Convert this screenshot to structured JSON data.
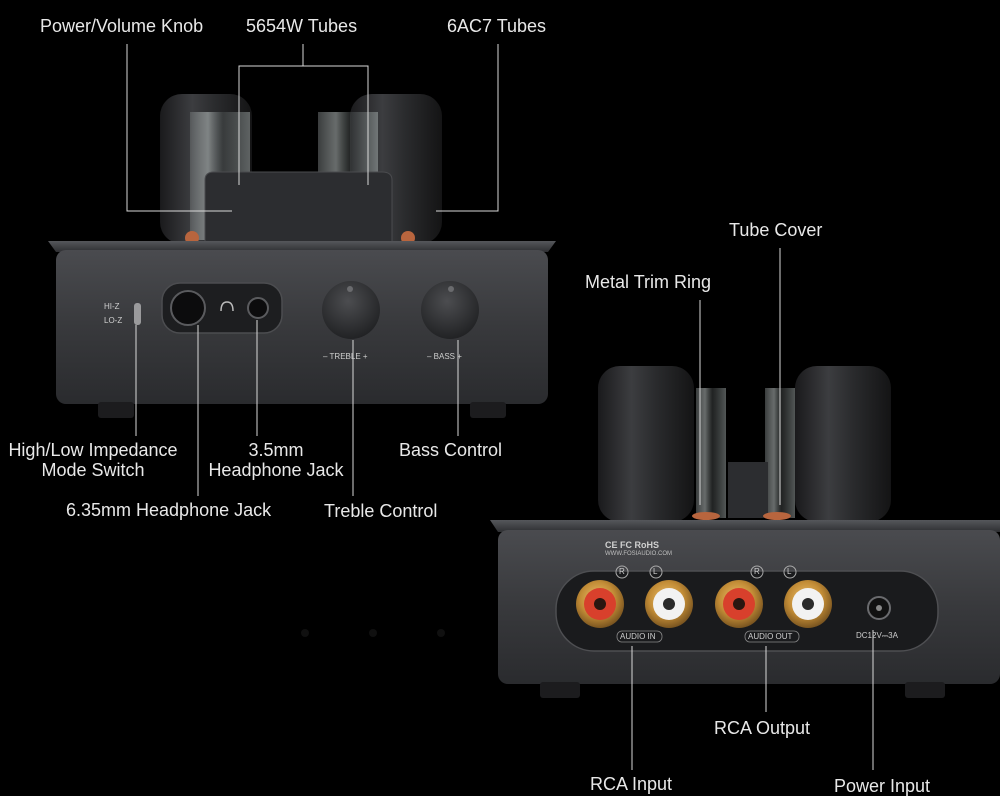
{
  "labels": {
    "power_volume_knob": "Power/Volume Knob",
    "tubes_5654w": "5654W Tubes",
    "tubes_6ac7": "6AC7 Tubes",
    "tube_cover": "Tube Cover",
    "metal_trim_ring": "Metal Trim Ring",
    "impedance_switch_line1": "High/Low Impedance",
    "impedance_switch_line2": "Mode Switch",
    "headphone_35_line1": "3.5mm",
    "headphone_35_line2": "Headphone Jack",
    "bass_control": "Bass Control",
    "headphone_635": "6.35mm Headphone Jack",
    "treble_control": "Treble Control",
    "rca_output": "RCA Output",
    "rca_input": "RCA Input",
    "power_input": "Power Input"
  },
  "front_panel": {
    "switch_hi": "HI-Z",
    "switch_lo": "LO-Z",
    "treble": "– TREBLE +",
    "bass": "– BASS +"
  },
  "back_panel": {
    "certifications": "CE FC RoHS",
    "website": "WWW.FOSIAUDIO.COM",
    "r": "R",
    "l": "L",
    "audio_in": "AUDIO IN",
    "audio_out": "AUDIO OUT",
    "dc": "DC12V⎓3A"
  },
  "colors": {
    "label_text": "#e8e8e8",
    "leader_line": "#d9d9d9",
    "chassis": "#3a3b3e",
    "rca_red": "#d8402c",
    "rca_white": "#f2f2f2",
    "gold": "#c9923a"
  }
}
